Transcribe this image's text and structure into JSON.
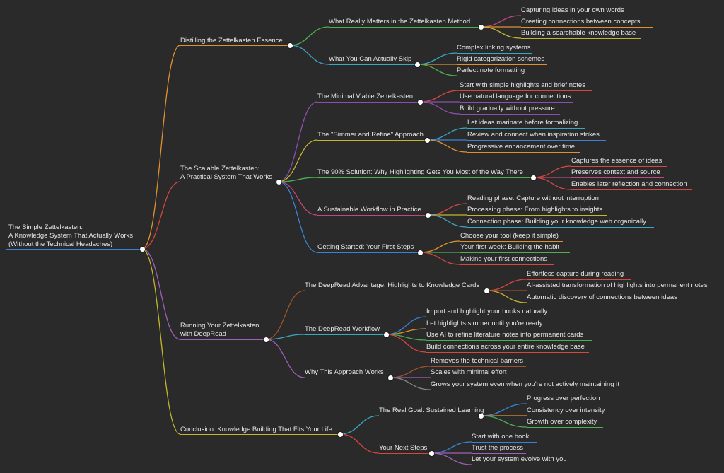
{
  "root": {
    "label": "The Simple Zettelkasten:\nA Knowledge System That Actually Works\n(Without the Technical Headaches)",
    "color": "#3b82d6"
  },
  "sections": [
    {
      "label": "Distilling the Zettelkasten Essence",
      "color": "#e0912f",
      "topics": [
        {
          "label": "What Really Matters in the Zettelkasten Method",
          "items": [
            {
              "label": "Capturing ideas in your own words",
              "color": "#c1477e"
            },
            {
              "label": "Creating connections between concepts",
              "color": "#e0912f"
            },
            {
              "label": "Building a searchable knowledge base",
              "color": "#c7b52d"
            }
          ]
        },
        {
          "label": "What You Can Actually Skip",
          "items": [
            {
              "label": "Complex linking systems",
              "color": "#3aa7c7"
            },
            {
              "label": "Rigid categorization schemes",
              "color": "#e0912f"
            },
            {
              "label": "Perfect note formatting",
              "color": "#4caf50"
            }
          ]
        }
      ]
    },
    {
      "label": "The Scalable Zettelkasten:\nA Practical System That Works",
      "color": "#d9463f",
      "topics": [
        {
          "label": "The Minimal Viable Zettelkasten",
          "items": [
            {
              "label": "Start with simple highlights and brief notes",
              "color": "#d9463f"
            },
            {
              "label": "Use natural language for connections",
              "color": "#8c4fb0"
            },
            {
              "label": "Build gradually without pressure",
              "color": "#8c4fb0"
            }
          ]
        },
        {
          "label": "The \"Simmer and Refine\" Approach",
          "items": [
            {
              "label": "Let ideas marinate before formalizing",
              "color": "#3aa7c7"
            },
            {
              "label": "Review and connect when inspiration strikes",
              "color": "#3b82d6"
            },
            {
              "label": "Progressive enhancement over time",
              "color": "#e0912f"
            }
          ]
        },
        {
          "label": "The 90% Solution: Why Highlighting Gets You Most of the Way There",
          "items": [
            {
              "label": "Captures the essence of ideas",
              "color": "#d9463f"
            },
            {
              "label": "Preserves context and source",
              "color": "#c1477e"
            },
            {
              "label": "Enables later reflection and connection",
              "color": "#d9463f"
            }
          ]
        },
        {
          "label": "A Sustainable Workflow in Practice",
          "items": [
            {
              "label": "Reading phase: Capture without interruption",
              "color": "#d9463f"
            },
            {
              "label": "Processing phase: From highlights to insights",
              "color": "#c7b52d"
            },
            {
              "label": "Connection phase: Building your knowledge web organically",
              "color": "#3aa7c7"
            }
          ]
        },
        {
          "label": "Getting Started: Your First Steps",
          "items": [
            {
              "label": "Choose your tool (keep it simple)",
              "color": "#e0912f"
            },
            {
              "label": "Your first week: Building the habit",
              "color": "#4caf50"
            },
            {
              "label": "Making your first connections",
              "color": "#d9463f"
            }
          ]
        }
      ]
    },
    {
      "label": "Running Your Zettelkasten\nwith DeepRead",
      "color": "#a05fb8",
      "topics": [
        {
          "label": "The DeepRead Advantage: Highlights to Knowledge Cards",
          "items": [
            {
              "label": "Effortless capture during reading",
              "color": "#d9463f"
            },
            {
              "label": "AI-assisted transformation of highlights into permanent notes",
              "color": "#a0522d"
            },
            {
              "label": "Automatic discovery of connections between ideas",
              "color": "#c7b52d"
            }
          ]
        },
        {
          "label": "The DeepRead Workflow",
          "items": [
            {
              "label": "Import and highlight your books naturally",
              "color": "#3b82d6"
            },
            {
              "label": "Let highlights simmer until you're ready",
              "color": "#e0912f"
            },
            {
              "label": "Use AI to refine literature notes into permanent cards",
              "color": "#4caf50"
            },
            {
              "label": "Build connections across your entire knowledge base",
              "color": "#d9463f"
            }
          ]
        },
        {
          "label": "Why This Approach Works",
          "items": [
            {
              "label": "Removes the technical barriers",
              "color": "#a0522d"
            },
            {
              "label": "Scales with minimal effort",
              "color": "#a05fb8"
            },
            {
              "label": "Grows your system even when you're not actively maintaining it",
              "color": "#8a8a8a"
            }
          ]
        }
      ]
    },
    {
      "label": "Conclusion: Knowledge Building That Fits Your Life",
      "color": "#c7b52d",
      "topics": [
        {
          "label": "The Real Goal: Sustained Learning",
          "items": [
            {
              "label": "Progress over perfection",
              "color": "#3b82d6"
            },
            {
              "label": "Consistency over intensity",
              "color": "#e0912f"
            },
            {
              "label": "Growth over complexity",
              "color": "#4caf50"
            }
          ]
        },
        {
          "label": "Your Next Steps",
          "items": [
            {
              "label": "Start with one book",
              "color": "#3b82d6"
            },
            {
              "label": "Trust the process",
              "color": "#a05fb8"
            },
            {
              "label": "Let your system evolve with you",
              "color": "#a05fb8"
            }
          ]
        }
      ]
    }
  ],
  "topic_colors": {
    "0": [
      "#4caf50",
      "#3aa7c7"
    ],
    "1": [
      "#8c4fb0",
      "#c7b52d",
      "#4caf50",
      "#c1477e",
      "#3b82d6"
    ],
    "2": [
      "#a0522d",
      "#3aa7c7",
      "#a05fb8"
    ],
    "3": [
      "#3aa7c7",
      "#d9463f"
    ]
  }
}
